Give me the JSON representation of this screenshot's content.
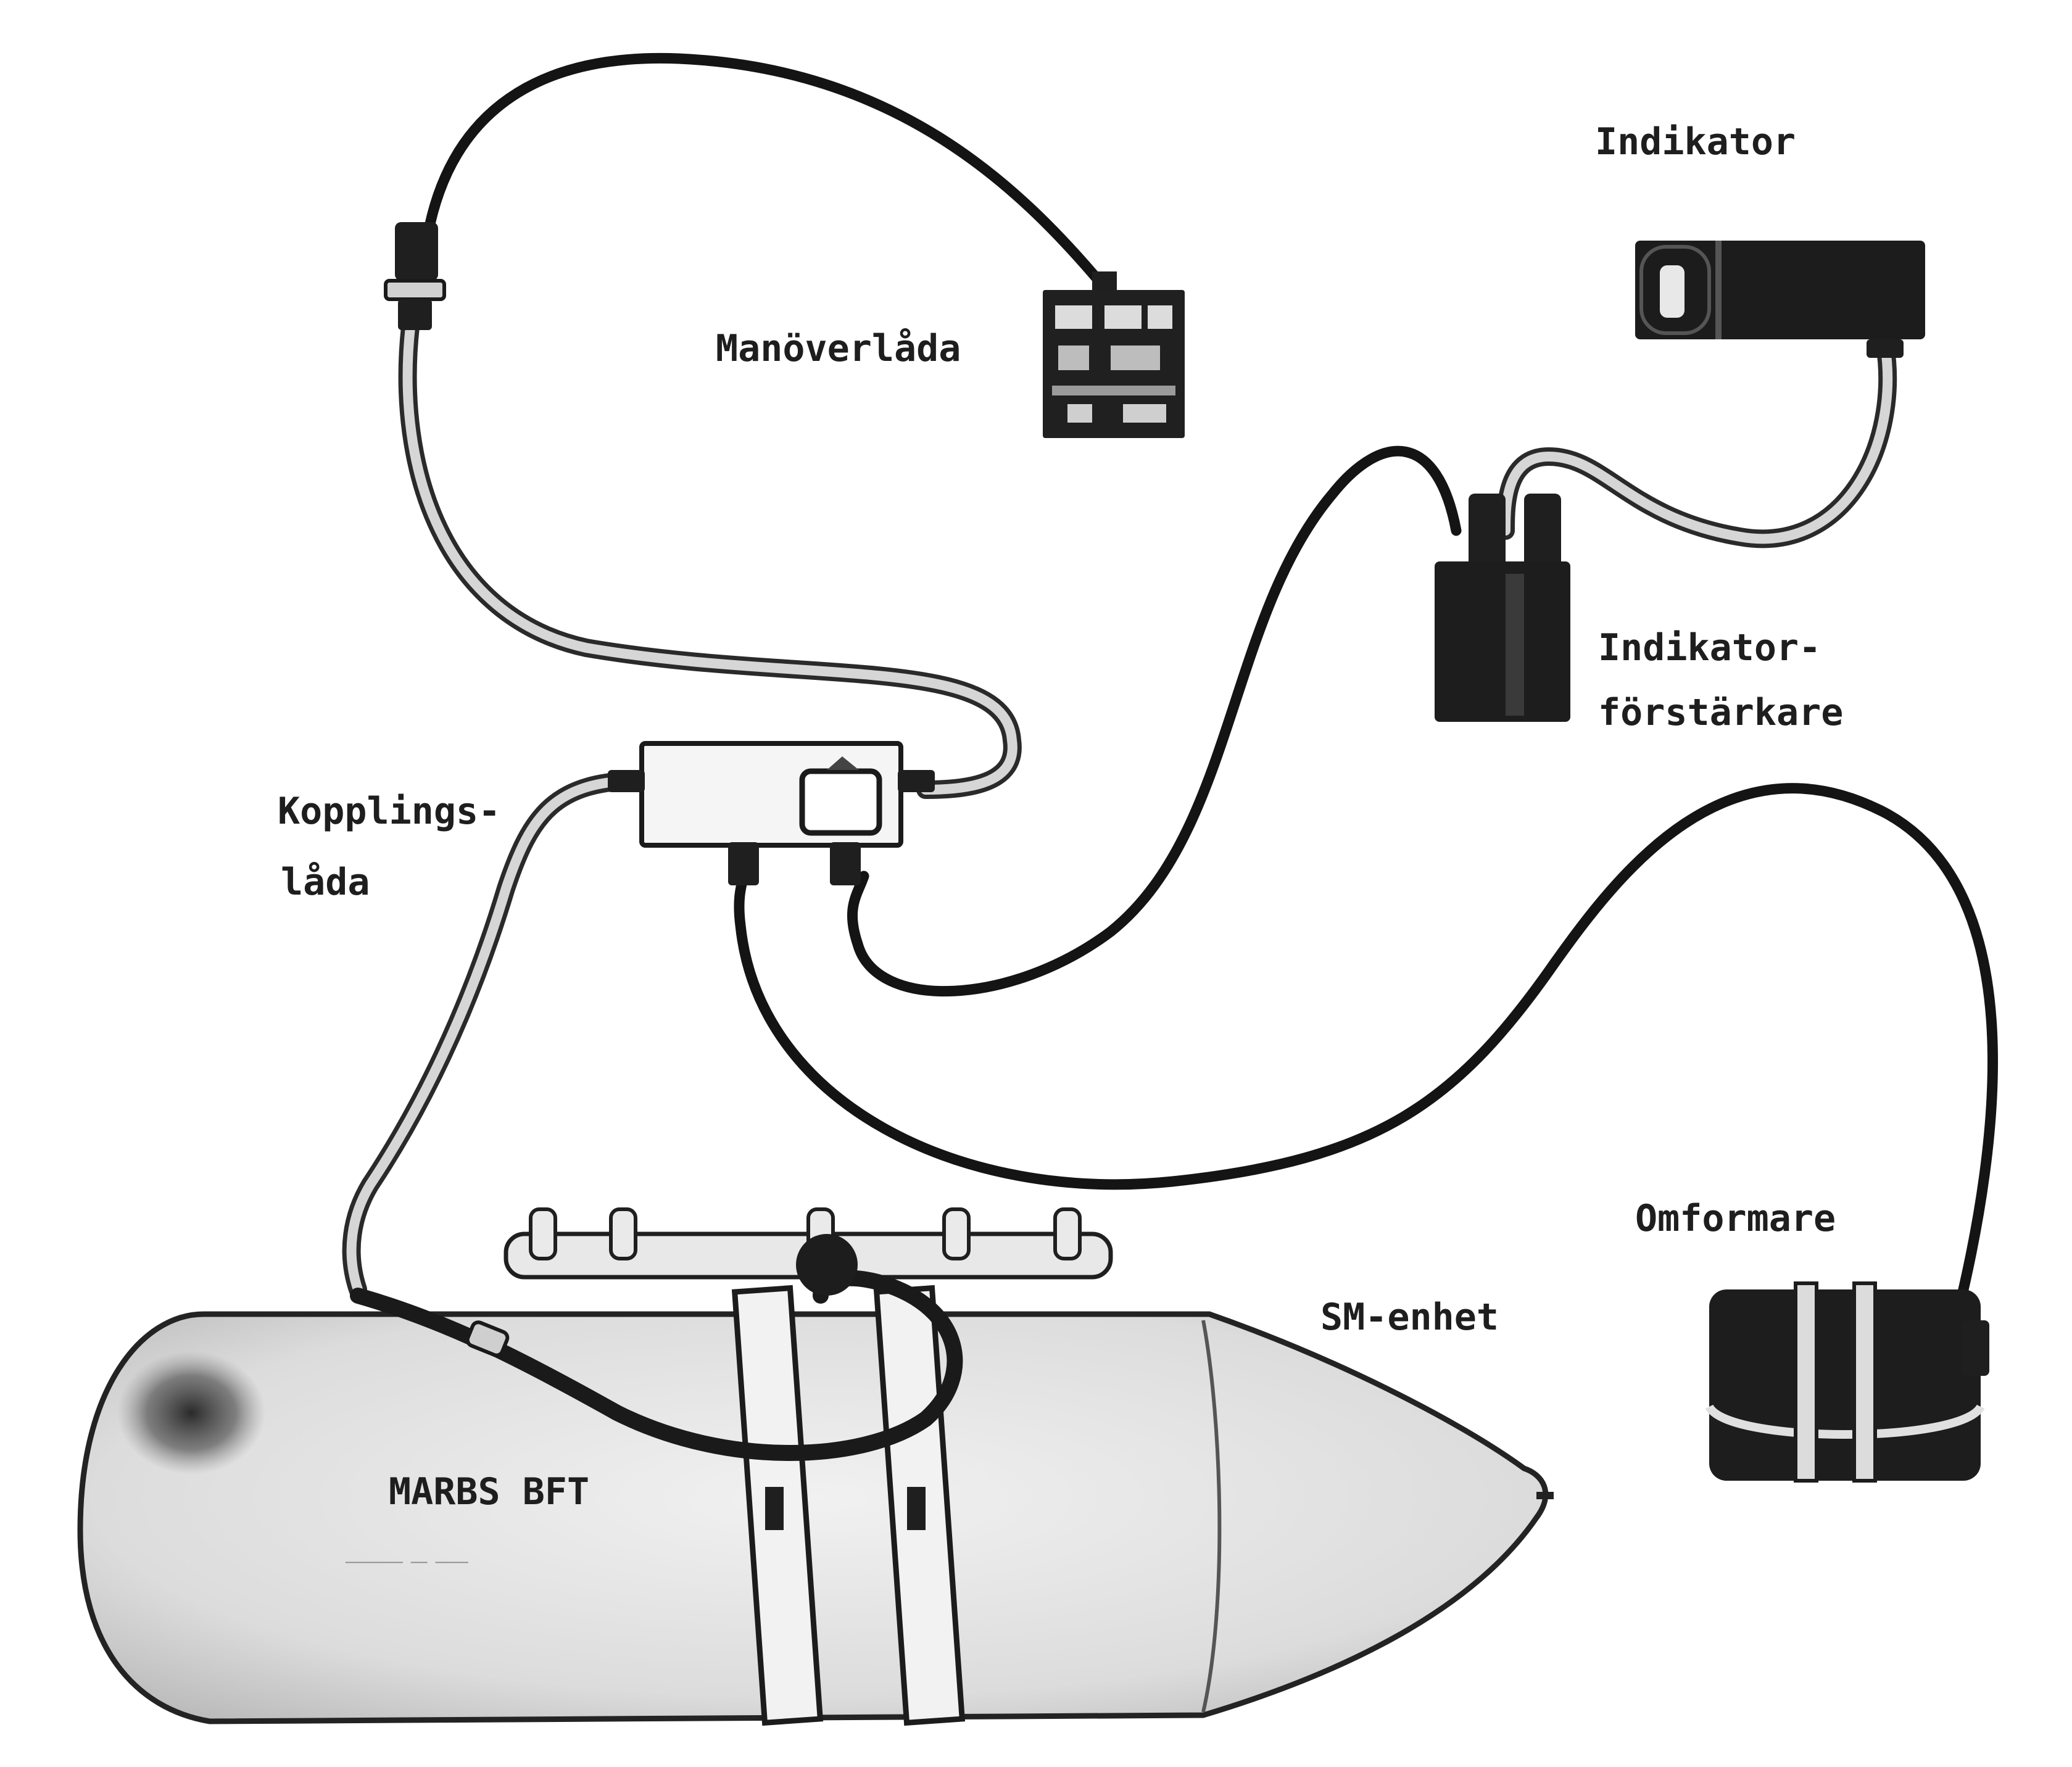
{
  "labels": {
    "indikator": "Indikator",
    "manoverlada": "Manöverlåda",
    "indikatorforstarkare_line1": "Indikator-",
    "indikatorforstarkare_line2": "förstärkare",
    "kopplingslada_line1": "Kopplings-",
    "kopplingslada_line2": "låda",
    "omformare": "Omformare",
    "sm_enhet": "SM-enhet",
    "tank_marking": "MARBS BFT"
  },
  "colors": {
    "ink": "#1e1e1e",
    "paper": "#ffffff",
    "tank_body": "#e4e4e4",
    "cable_grey": "#d6d6d6"
  },
  "icons": {
    "indikator": "indicator-device-icon",
    "manoverlada": "control-box-icon",
    "indikatorforstarkare": "amplifier-box-icon",
    "kopplingslada": "junction-box-icon",
    "omformare": "converter-case-icon",
    "sm_enhet": "pod-tank-icon"
  }
}
